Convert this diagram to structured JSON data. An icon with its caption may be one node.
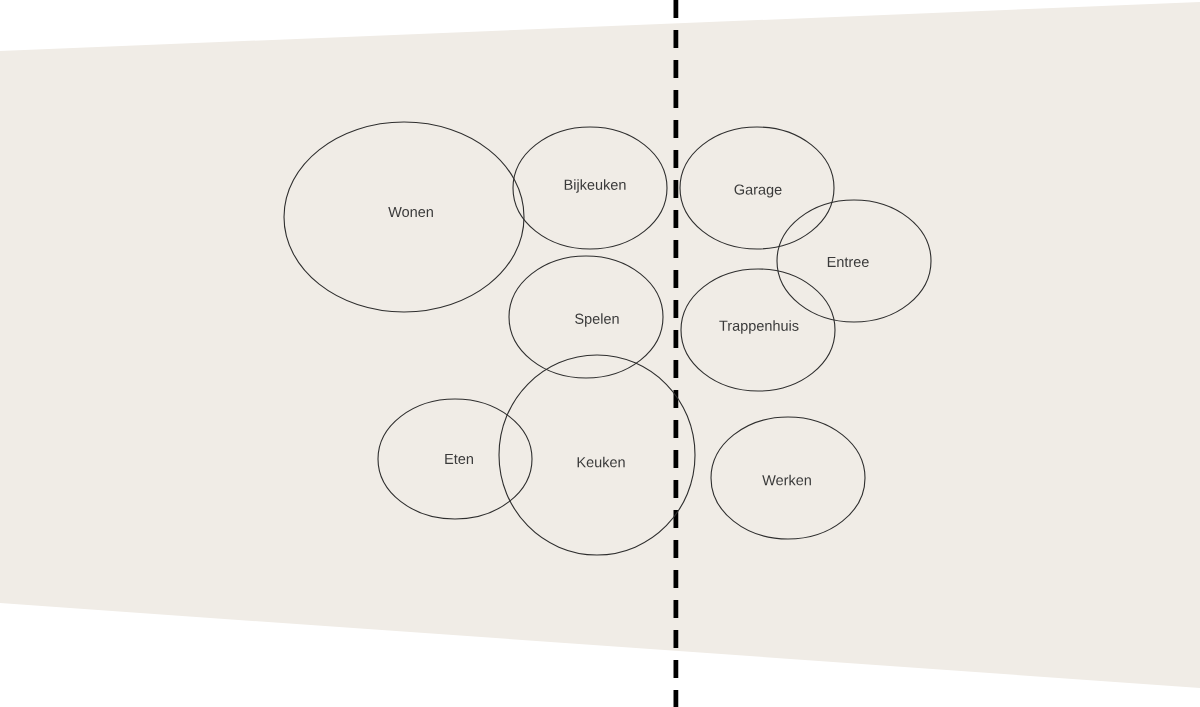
{
  "diagram": {
    "nodes": [
      {
        "text": [
          "Wonen"
        ]
      },
      {
        "text": [
          "Bijkeuken"
        ]
      },
      {
        "text": [
          "Garage"
        ]
      },
      {
        "text": [
          "Entree"
        ]
      },
      {
        "text": [
          "Spelen"
        ]
      },
      {
        "text": [
          "Trappenhuis"
        ]
      },
      {
        "text": [
          "Eten"
        ]
      },
      {
        "text": [
          "Keuken"
        ]
      },
      {
        "text": [
          "Werken"
        ]
      }
    ]
  }
}
